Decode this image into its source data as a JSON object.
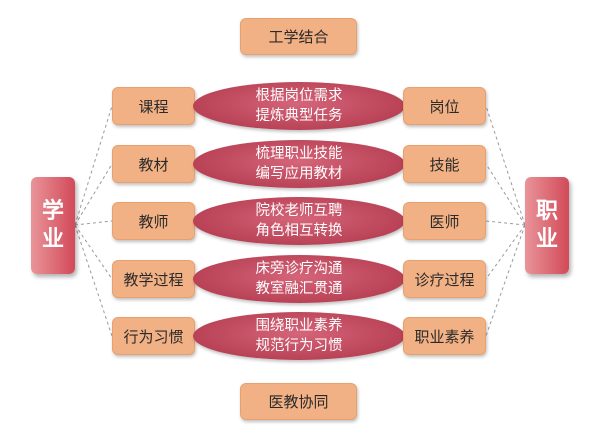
{
  "top_label": "工学结合",
  "bottom_label": "医教协同",
  "left_side": {
    "char1": "学",
    "char2": "业"
  },
  "right_side": {
    "char1": "职",
    "char2": "业"
  },
  "rows": [
    {
      "left": "课程",
      "right": "岗位",
      "line1": "根据岗位需求",
      "line2": "提炼典型任务"
    },
    {
      "left": "教材",
      "right": "技能",
      "line1": "梳理职业技能",
      "line2": "编写应用教材"
    },
    {
      "left": "教师",
      "right": "医师",
      "line1": "院校老师互聘",
      "line2": "角色相互转换"
    },
    {
      "left": "教学过程",
      "right": "诊疗过程",
      "line1": "床旁诊疗沟通",
      "line2": "教室融汇贯通"
    },
    {
      "left": "行为习惯",
      "right": "职业素养",
      "line1": "围绕职业素养",
      "line2": "规范行为习惯"
    }
  ],
  "colors": {
    "orange": "#f2b184",
    "side_red": "#d24a58",
    "ellipse_red": "#b94256",
    "connector": "#9a9a9a"
  }
}
